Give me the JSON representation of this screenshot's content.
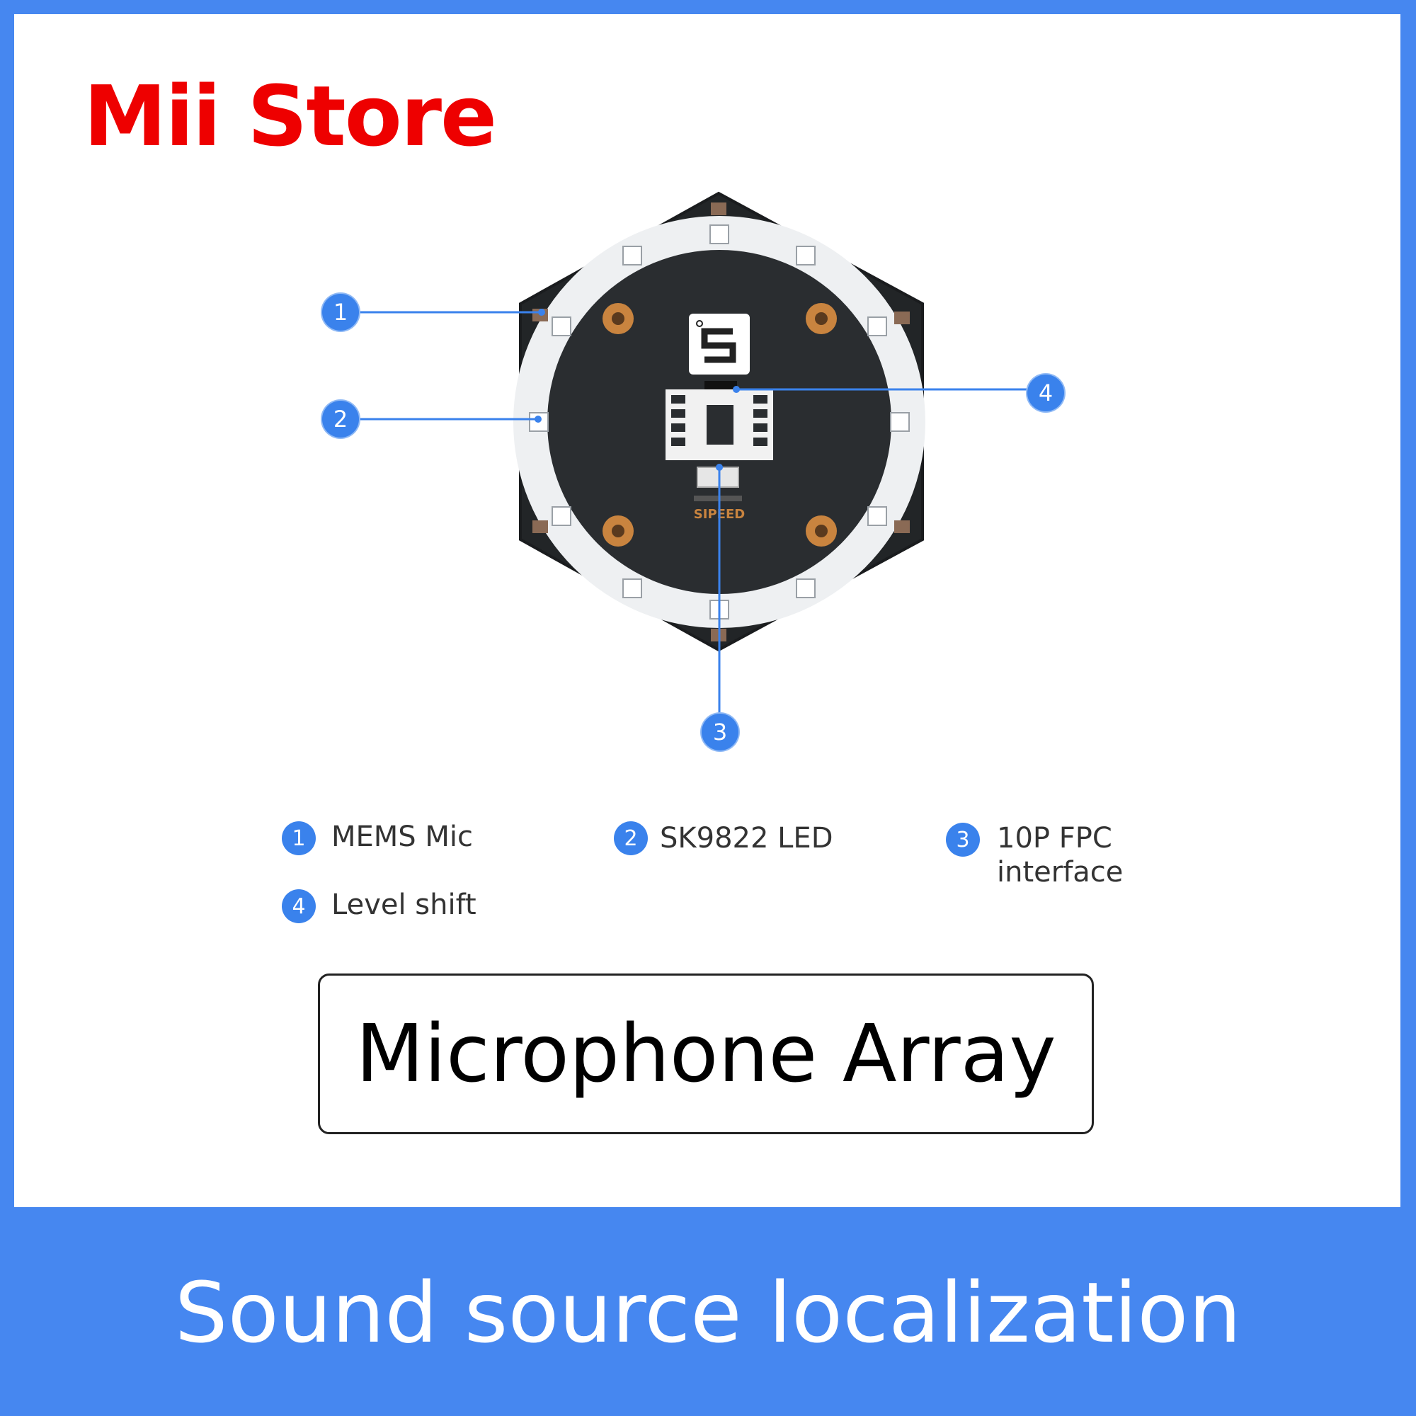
{
  "brand": {
    "store_name": "Mii Store",
    "brand_color": "#ee0000"
  },
  "board": {
    "silkscreen": "SIPEED"
  },
  "callouts": [
    "1",
    "2",
    "3",
    "4"
  ],
  "legend": [
    {
      "num": "1",
      "label": "MEMS Mic"
    },
    {
      "num": "2",
      "label": "SK9822 LED"
    },
    {
      "num": "3",
      "label": "10P FPC interface"
    },
    {
      "num": "4",
      "label": "Level shift"
    }
  ],
  "product": {
    "name": "Microphone Array"
  },
  "tagline": "Sound source localization",
  "colors": {
    "accent": "#3a82ec",
    "background": "#4687f0",
    "panel": "#ffffff"
  }
}
